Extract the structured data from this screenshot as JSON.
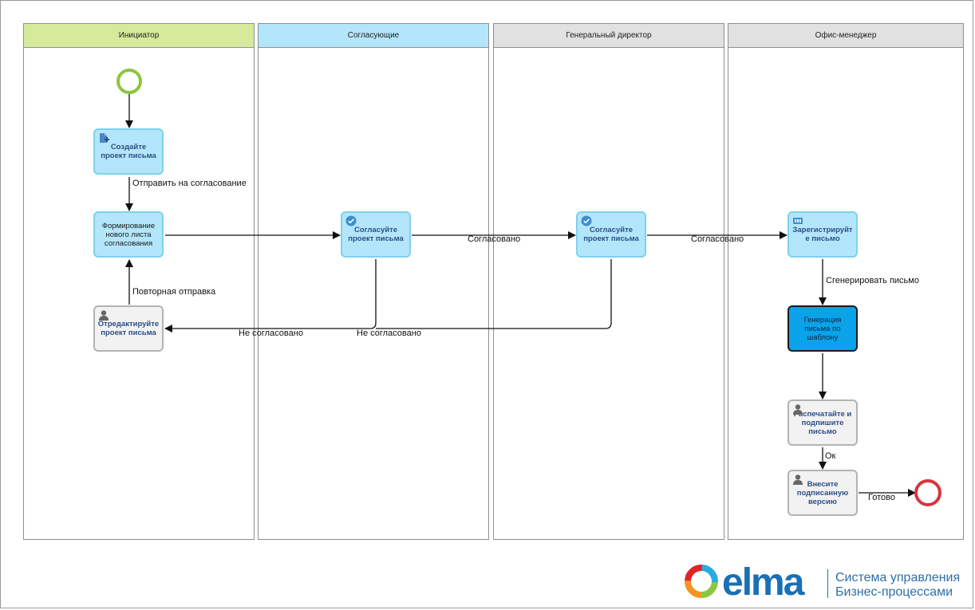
{
  "lanes": [
    {
      "title": "Инициатор",
      "color": "#d5ea9b"
    },
    {
      "title": "Согласующие",
      "color": "#b3e6fb"
    },
    {
      "title": "Генеральный директор",
      "color": "#e1e1e1"
    },
    {
      "title": "Офис-менеджер",
      "color": "#e1e1e1"
    }
  ],
  "tasks": {
    "create_draft": "Создайте проект письма",
    "form_sheet": "Формирование нового листа согласования",
    "edit_draft": "Отредактируйте проект письма",
    "approve_reviewers": "Согласуйте проект письма",
    "approve_director": "Согласуйте проект письма",
    "register_letter": "Зарегистрируйт е письмо",
    "generate_letter": "Генерация письма по шаблону",
    "print_sign": "Распечатайте и подпишите письмо",
    "upload_signed": "Внесите подписанную версию"
  },
  "edges": {
    "send_for_approval": "Отправить на согласование",
    "resend": "Повторная отправка",
    "approved_1": "Согласовано",
    "approved_2": "Согласовано",
    "not_approved_1": "Не согласовано",
    "not_approved_2": "Не согласовано",
    "generate": "Сгенерировать письмо",
    "ok": "Ок",
    "done": "Готово"
  },
  "logo": {
    "brand": "elma",
    "line1": "Система управления",
    "line2": "Бизнес-процессами"
  },
  "colors": {
    "start_event": "#8cc63f",
    "end_event": "#d9333f",
    "task_fill": "#b3e6fb",
    "user_task_fill": "#f2f2f2",
    "script_task_fill": "#0aa3ea"
  }
}
